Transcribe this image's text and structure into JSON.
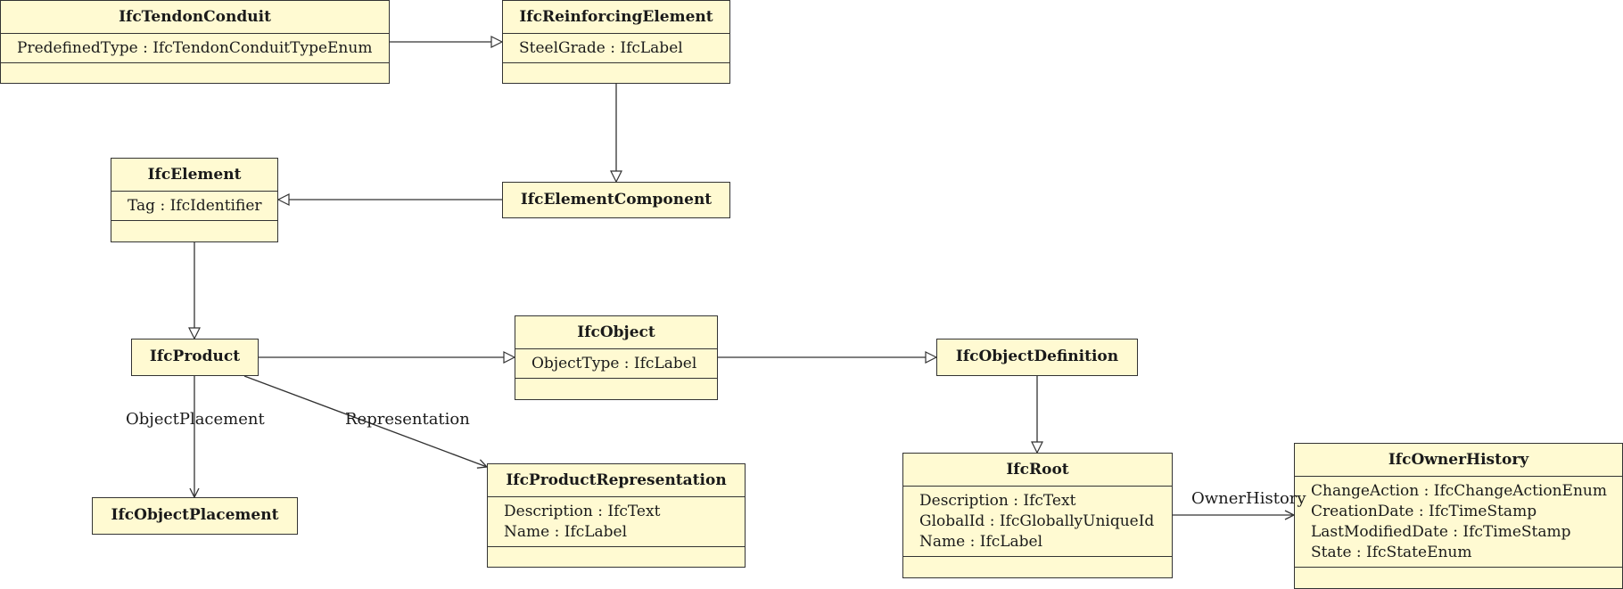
{
  "classes": {
    "tendon_conduit": {
      "name": "IfcTendonConduit",
      "attributes": [
        "PredefinedType : IfcTendonConduitTypeEnum"
      ]
    },
    "reinforcing_element": {
      "name": "IfcReinforcingElement",
      "attributes": [
        "SteelGrade : IfcLabel"
      ]
    },
    "element": {
      "name": "IfcElement",
      "attributes": [
        "Tag : IfcIdentifier"
      ]
    },
    "element_component": {
      "name": "IfcElementComponent"
    },
    "product": {
      "name": "IfcProduct"
    },
    "object": {
      "name": "IfcObject",
      "attributes": [
        "ObjectType : IfcLabel"
      ]
    },
    "object_definition": {
      "name": "IfcObjectDefinition"
    },
    "object_placement": {
      "name": "IfcObjectPlacement"
    },
    "product_representation": {
      "name": "IfcProductRepresentation",
      "attributes": [
        "Description : IfcText",
        "Name : IfcLabel"
      ]
    },
    "root": {
      "name": "IfcRoot",
      "attributes": [
        "Description : IfcText",
        "GlobalId : IfcGloballyUniqueId",
        "Name : IfcLabel"
      ]
    },
    "owner_history": {
      "name": "IfcOwnerHistory",
      "attributes": [
        "ChangeAction : IfcChangeActionEnum",
        "CreationDate : IfcTimeStamp",
        "LastModifiedDate : IfcTimeStamp",
        "State : IfcStateEnum"
      ]
    }
  },
  "associations": {
    "object_placement": "ObjectPlacement",
    "representation": "Representation",
    "owner_history": "OwnerHistory"
  }
}
